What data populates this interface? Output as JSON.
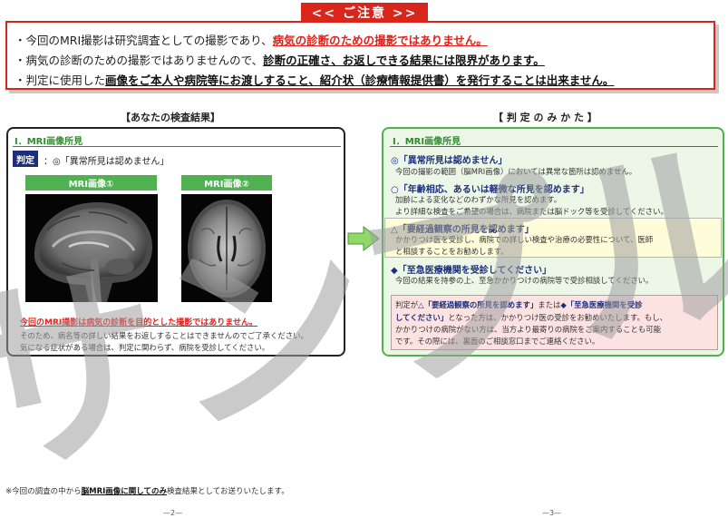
{
  "caution": {
    "title": "<< ご注意 >>",
    "line1_pre": "・今回のMRI撮影は研究調査としての撮影であり、",
    "line1_em": "病気の診断のための撮影ではありません。",
    "line2_pre": "・病気の診断のための撮影ではありませんので、",
    "line2_em": "診断の正確さ、お返しできる結果には限界があります。",
    "line3_pre": "・判定に使用した",
    "line3_em": "画像をご本人や病院等にお渡しすること、紹介状（診療情報提供書）を発行することは出来ません。"
  },
  "left": {
    "section_title": "【あなたの検査結果】",
    "sub_title": "Ⅰ．MRI画像所見",
    "judge_label": "判定",
    "judge_value": "：◎「異常所見は認めません」",
    "image1_label": "MRI画像①",
    "image2_label": "MRI画像②",
    "note_red": "今回のMRI撮影は病気の診断を目的とした撮影ではありません。",
    "note1": "そのため、病名等の詳しい結果をお返しすることはできませんのでご了承ください。",
    "note2": "気になる症状がある場合は、判定に関わらず、病院を受診してください。"
  },
  "right": {
    "section_title": "【 判 定 の み か た 】",
    "sub_title": "Ⅰ．MRI画像所見",
    "cat1_head": "◎「異常所見は認めません」",
    "cat1_desc": "今回の撮影の範囲（脳MRI画像）においては異常な箇所は認めません。",
    "cat2_head": "○「年齢相応、あるいは軽微な所見を認めます」",
    "cat2_desc1": "加齢による変化などのわずかな所見を認めます。",
    "cat2_desc2": "より詳細な検査をご希望の場合は、病院または脳ドック等を受診してください。",
    "cat3_head": "△「要経過観察の所見を認めます」",
    "cat3_desc1": "かかりつけ医を受診し、病院での詳しい検査や治療の必要性について、医師",
    "cat3_desc2": "と相談することをお勧めします。",
    "cat4_head": "◆「至急医療機関を受診してください」",
    "cat4_desc": "今回の結果を持参の上、至急かかりつけの病院等で受診相談してください。",
    "pink_l1_a": "判定が",
    "pink_l1_b": "△「要経過観察の所見を認めます」",
    "pink_l1_c": "または",
    "pink_l1_d": "◆「至急医療機関を受診",
    "pink_l2_a": "してください」",
    "pink_l2_b": "となった方は、かかりつけ医の受診をお勧めいたします。もし、",
    "pink_l3": "かかりつけの病院がない方は、当方より最寄りの病院をご案内することも可能",
    "pink_l4": "です。その際には、裏面のご相談窓口までご連絡ください。"
  },
  "footer": {
    "note_pre": "※今回の調査の中から",
    "note_em": "脳MRI画像に関してのみ",
    "note_post": "検査結果としてお送りいたします。",
    "page_left": "—2—",
    "page_right": "—3—"
  },
  "watermark": {
    "text": "サンプル",
    "color": "#9e9e9e"
  },
  "colors": {
    "caution_red": "#d9261c",
    "green": "#4fb14f",
    "navy": "#1c2f7a",
    "pink": "#fde2e2"
  }
}
